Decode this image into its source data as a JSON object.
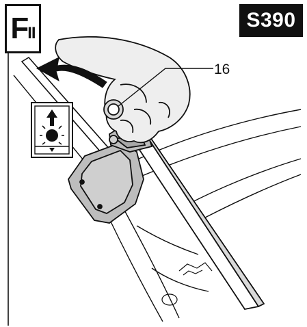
{
  "figure_label": {
    "letter": "F",
    "suffix": "II"
  },
  "model_label": "S390",
  "callouts": [
    {
      "number": "16",
      "target": "adjustment-knob"
    }
  ],
  "icons": {
    "arrow": "curved-arrow-icon",
    "height_adjust": "height-adjust-pictogram-icon"
  },
  "colors": {
    "ink": "#111111",
    "housing_fill": "#bdbdbd",
    "hand_fill": "#eeeeee",
    "arrow_fill": "#111111",
    "paper": "#ffffff"
  }
}
